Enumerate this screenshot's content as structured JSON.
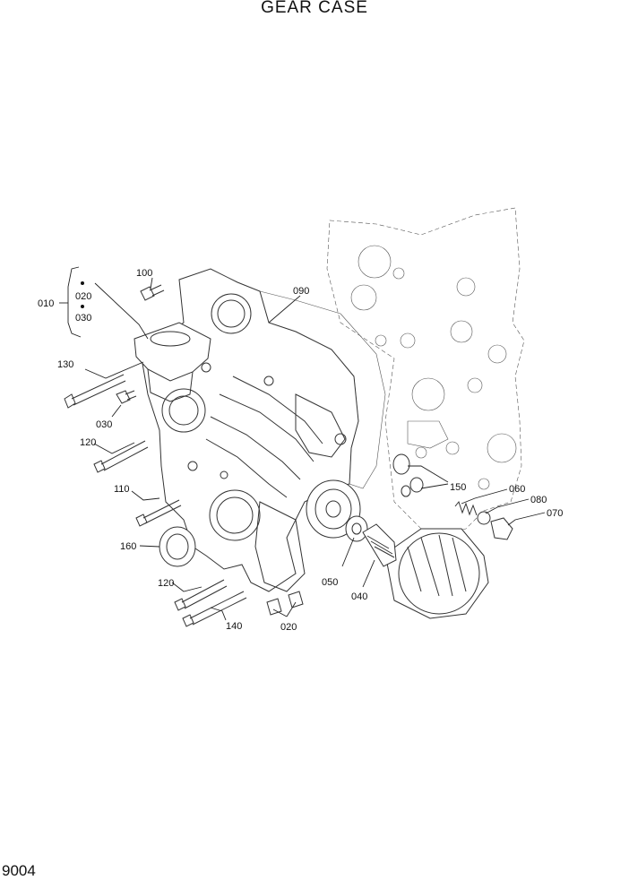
{
  "title": "GEAR CASE",
  "page_number": "9004",
  "callouts": {
    "c010": "010",
    "c020a": "020",
    "c030a": "030",
    "c100": "100",
    "c090": "090",
    "c130": "130",
    "c030b": "030",
    "c120a": "120",
    "c110": "110",
    "c160": "160",
    "c120b": "120",
    "c140": "140",
    "c020b": "020",
    "c050": "050",
    "c040": "040",
    "c150": "150",
    "c060": "060",
    "c080": "080",
    "c070": "070"
  }
}
